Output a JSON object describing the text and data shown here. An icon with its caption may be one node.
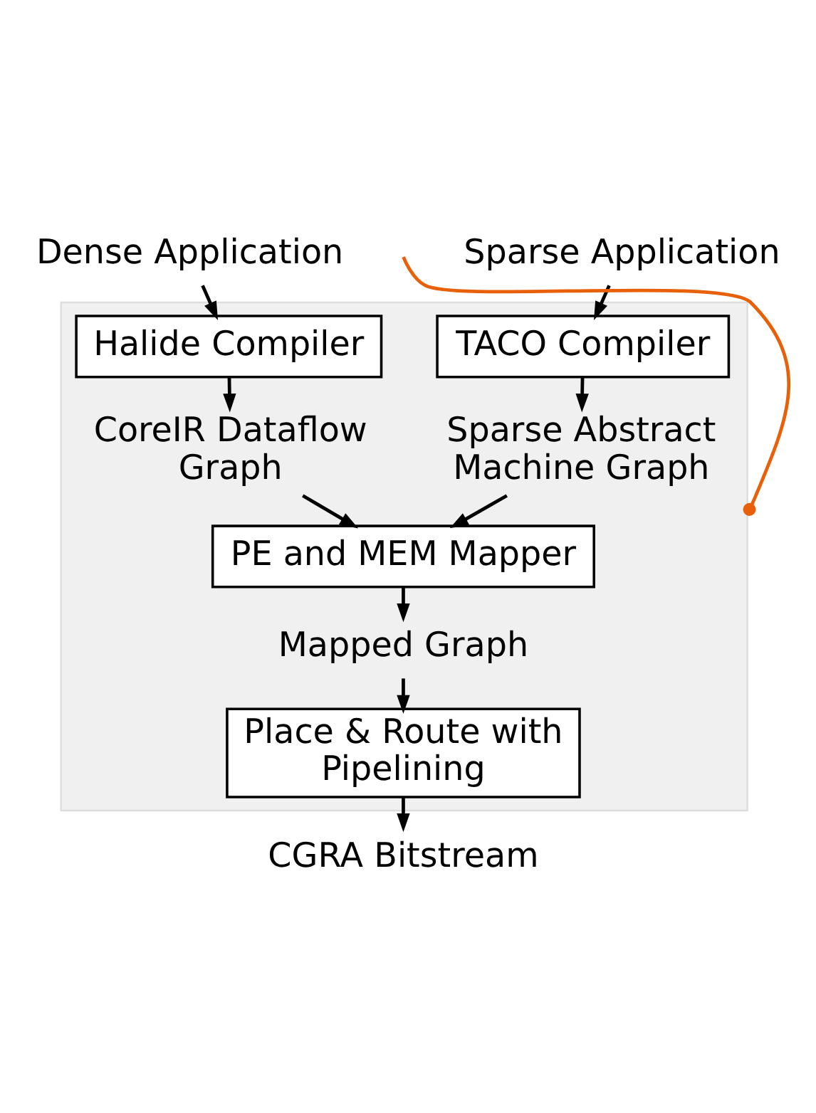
{
  "diagram": {
    "nodes": [
      {
        "text": [
          "Dense Application"
        ]
      },
      {
        "text": [
          "Sparse Application"
        ]
      },
      {
        "text": [],
        "shape": "box"
      },
      {
        "text": [
          "Halide Compiler"
        ],
        "in": 2
      },
      {
        "text": [
          "TACO Compiler"
        ],
        "in": 2
      },
      {
        "text": [
          "CoreIR Dataflow Graph"
        ],
        "in": 2
      },
      {
        "text": [
          "Sparse Abstract Machine Graph"
        ],
        "in": 2
      },
      {
        "text": [
          "PE and MEM Mapper"
        ],
        "in": 2
      },
      {
        "text": [
          "Mapped Graph"
        ],
        "in": 2
      },
      {
        "text": [
          "Place & Route with Pipelining"
        ],
        "in": 2
      },
      {
        "text": [
          "CGRA Bitstream"
        ]
      }
    ],
    "edges": [
      {
        "from": 0,
        "to": 3,
        "arrow": "to"
      },
      {
        "from": 1,
        "to": 4,
        "arrow": "to"
      },
      {
        "from": 3,
        "to": 5,
        "arrow": "to"
      },
      {
        "from": 4,
        "to": 6,
        "arrow": "to"
      },
      {
        "from": 5,
        "to": 7,
        "arrow": "to"
      },
      {
        "from": 6,
        "to": 7,
        "arrow": "to"
      },
      {
        "from": 7,
        "to": 8,
        "arrow": "to"
      },
      {
        "from": 8,
        "to": 9,
        "arrow": "to"
      },
      {
        "from": 9,
        "to": 10,
        "arrow": "to"
      },
      {
        "from": null,
        "to": 2,
        "arrow": "other",
        "color": "#e8600a"
      }
    ]
  }
}
